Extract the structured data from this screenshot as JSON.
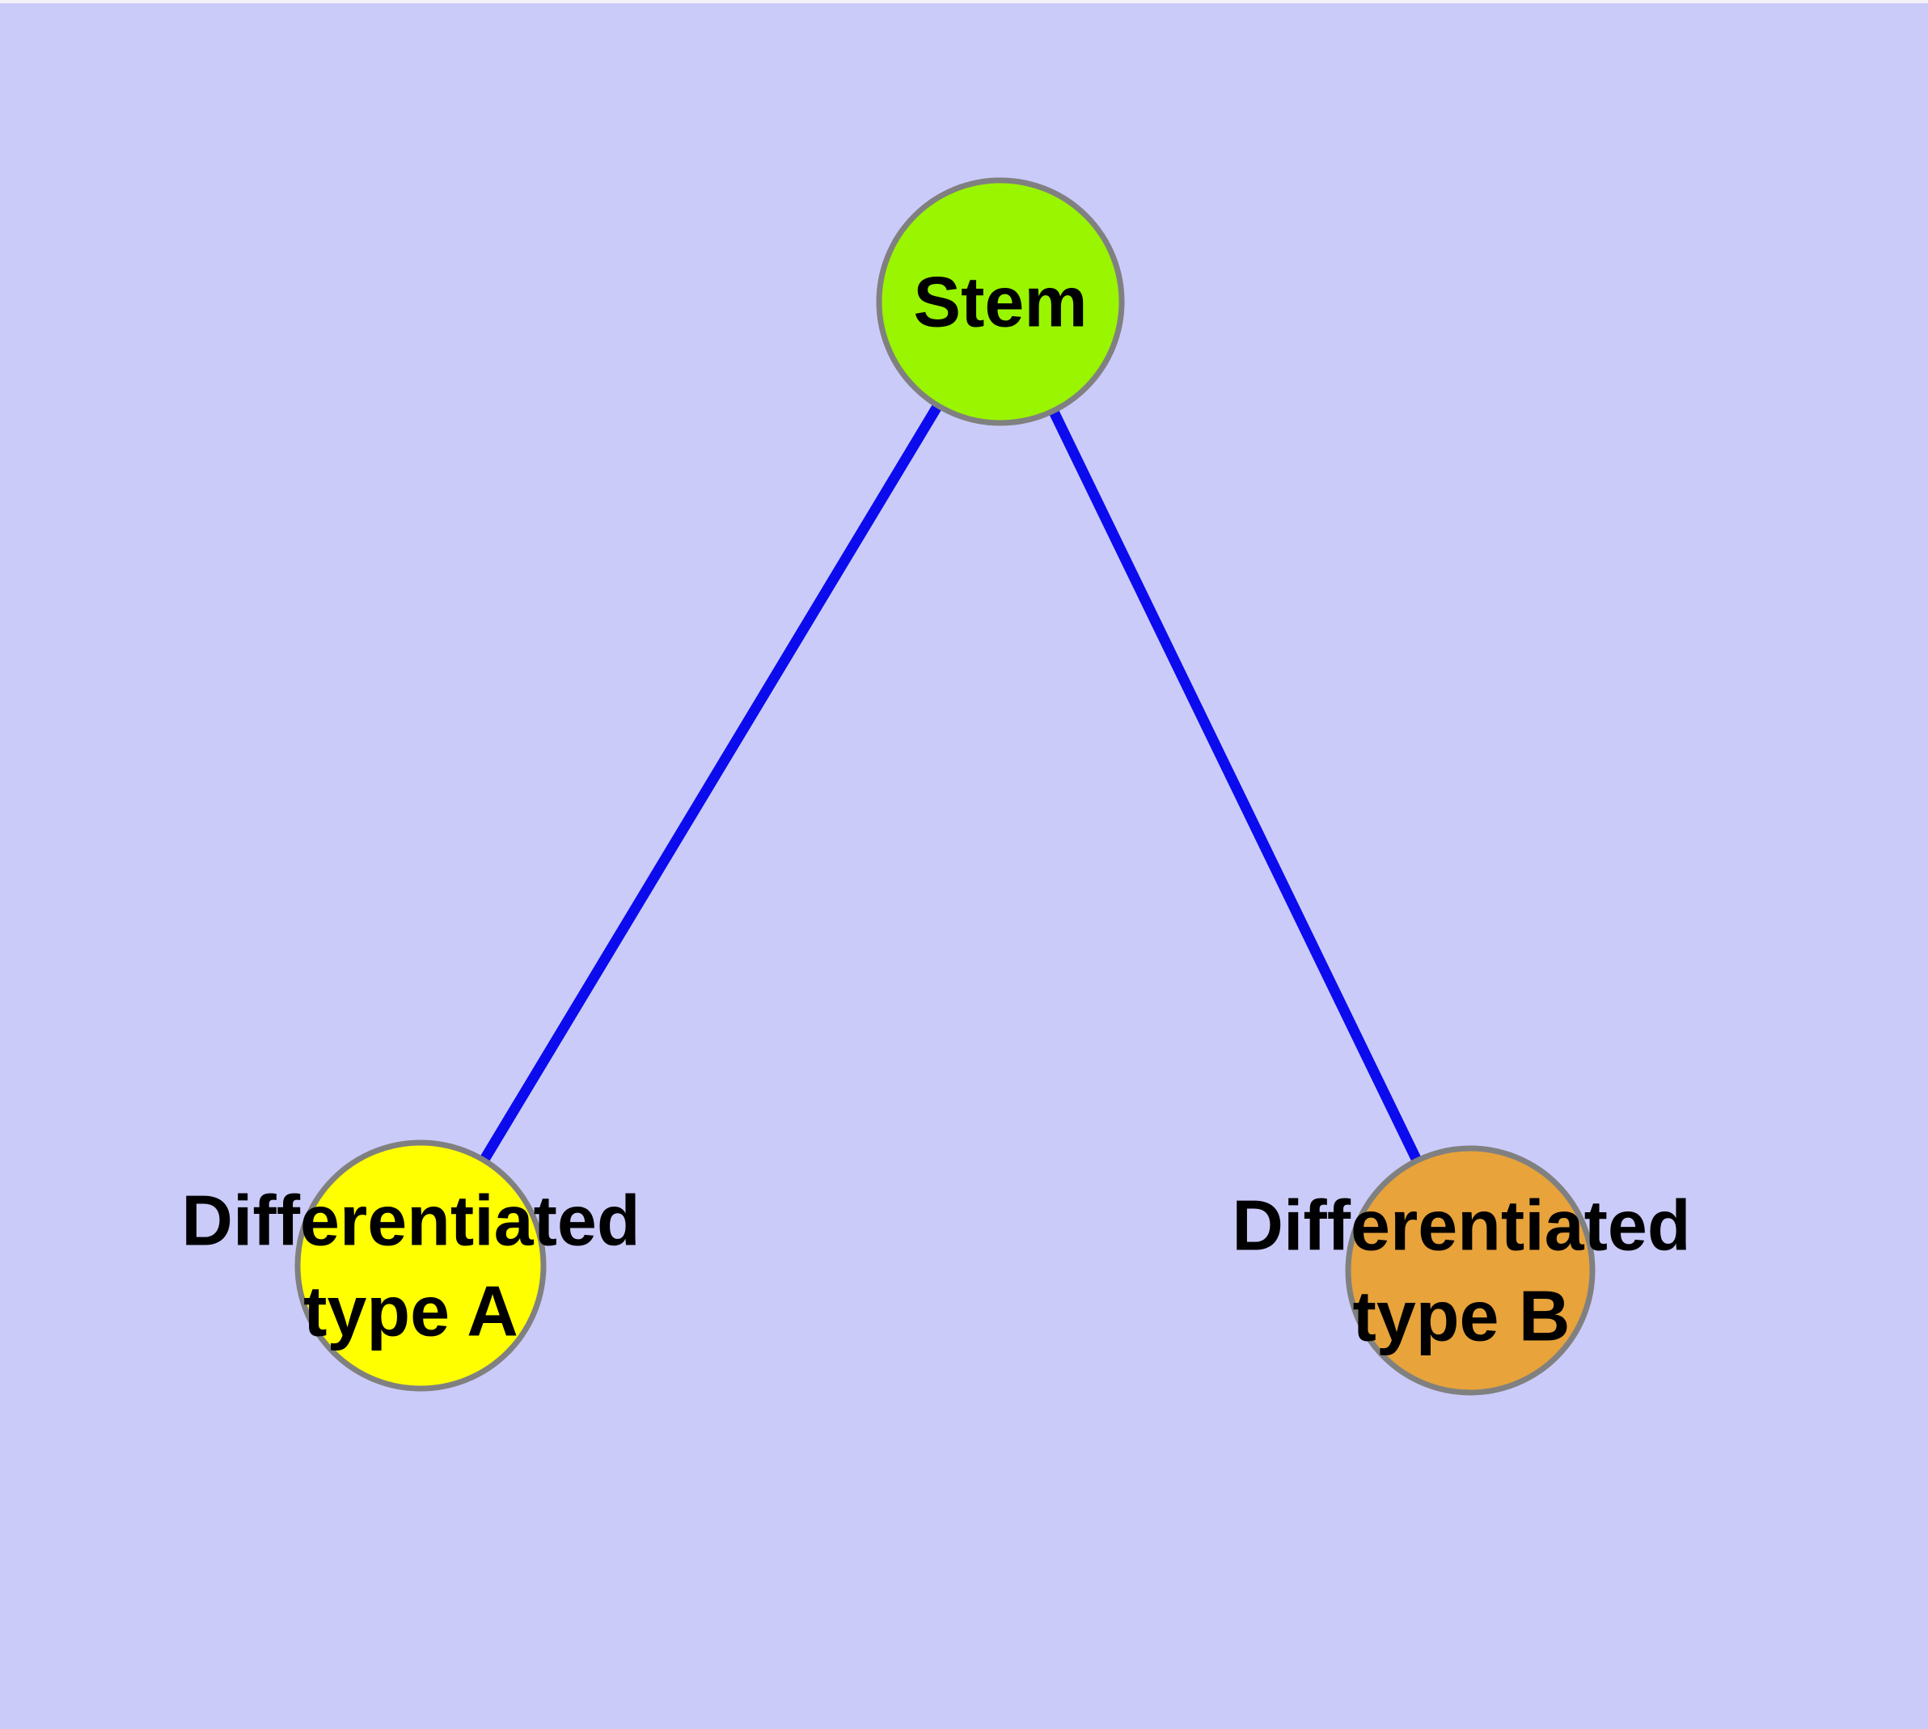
{
  "diagram": {
    "background_color": "#CBCBFA",
    "edge_color": "#0B0BEE",
    "node_border_color": "#808080",
    "text_color": "#000000",
    "nodes": [
      {
        "id": "stem",
        "lines": [
          "Stem"
        ],
        "fill": "#99F500"
      },
      {
        "id": "differentiated-type-a",
        "lines": [
          "Differentiated",
          "type A"
        ],
        "fill": "#FFFF00"
      },
      {
        "id": "differentiated-type-b",
        "lines": [
          "Differentiated",
          "type B"
        ],
        "fill": "#E8A33B"
      }
    ],
    "edges": [
      {
        "from": "Stem",
        "to": "Differentiated type A"
      },
      {
        "from": "Stem",
        "to": "Differentiated type B"
      }
    ]
  }
}
